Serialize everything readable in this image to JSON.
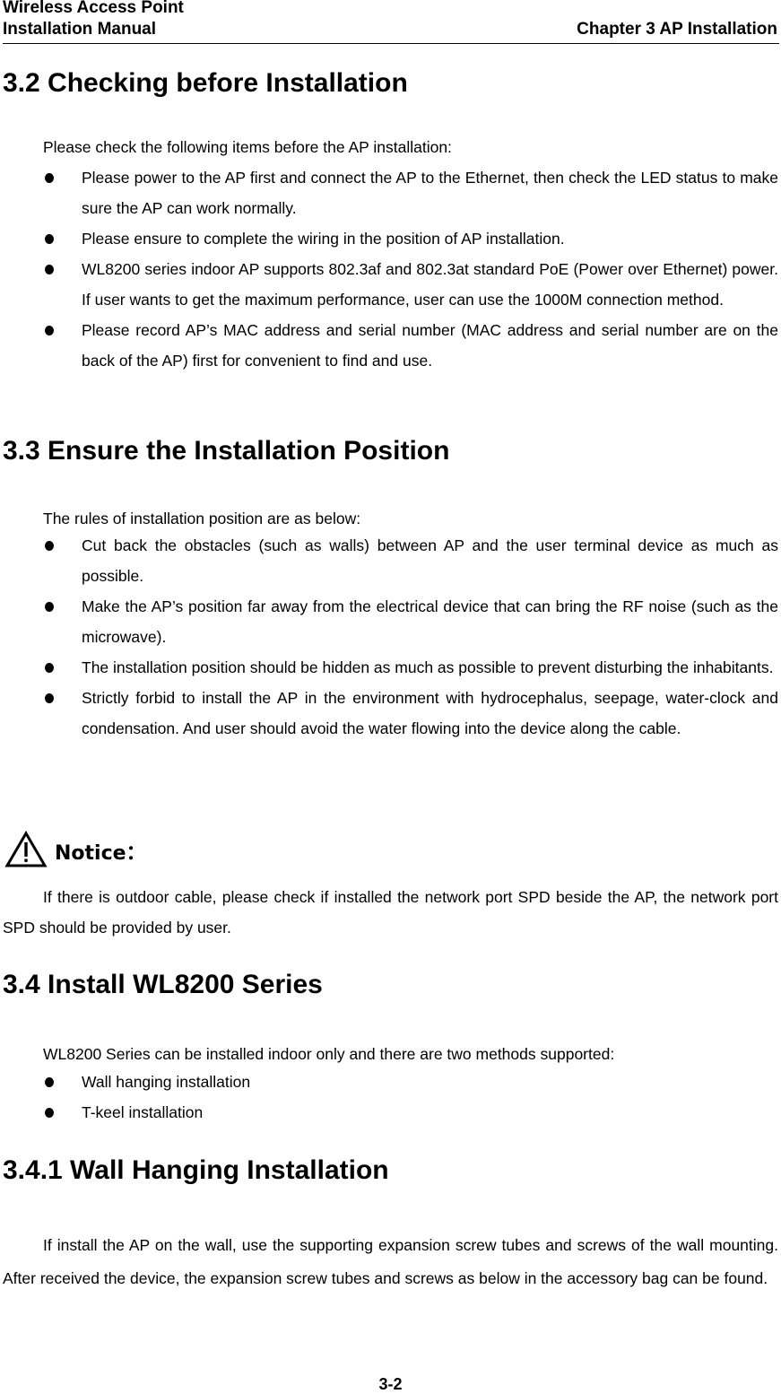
{
  "header": {
    "left_line1": "Wireless Access Point",
    "left_line2": "Installation Manual",
    "right": "Chapter 3 AP Installation"
  },
  "sections": {
    "s32": {
      "title": "3.2 Checking before Installation",
      "intro": "Please check the following items before the AP installation:",
      "bullets": [
        "Please power to the AP first and connect the AP to the Ethernet, then check the LED status to make sure the AP can work normally.",
        "Please ensure to complete the wiring in the position of AP installation.",
        "WL8200 series indoor AP supports 802.3af and 802.3at standard PoE (Power over Ethernet) power. If user wants to get the maximum performance, user can use the 1000M connection method.",
        "Please record AP’s MAC address and serial number (MAC address and serial number are on the back of the AP) first for convenient to find and use."
      ]
    },
    "s33": {
      "title": "3.3 Ensure the Installation Position",
      "intro": "The rules of installation position are as below:",
      "bullets": [
        "Cut back the obstacles (such as walls) between AP and the user terminal device as much as possible.",
        "Make the AP’s position far away from the electrical device that can bring the RF noise (such as the microwave).",
        "The installation position should be hidden as much as possible to prevent disturbing the inhabitants.",
        "Strictly forbid to install the AP in the environment with hydrocephalus, seepage, water-clock and condensation. And user should avoid the water flowing into the device along the cable."
      ],
      "notice": {
        "icon": "warning-triangle-icon",
        "label": "Notice：",
        "text": "If there is outdoor cable, please check if installed the network port SPD beside the AP, the network port SPD should be provided by user."
      }
    },
    "s34": {
      "title": "3.4 Install WL8200 Series",
      "intro": "WL8200 Series can be installed indoor only and there are two methods supported:",
      "bullets": [
        "Wall hanging installation",
        "T-keel installation"
      ]
    },
    "s341": {
      "title": "3.4.1 Wall Hanging Installation",
      "text": "If install the AP on the wall, use the supporting expansion screw tubes and screws of the wall mounting. After received the device, the expansion screw tubes and screws as below in the accessory bag can be found."
    }
  },
  "footer": {
    "page_number": "3-2"
  }
}
